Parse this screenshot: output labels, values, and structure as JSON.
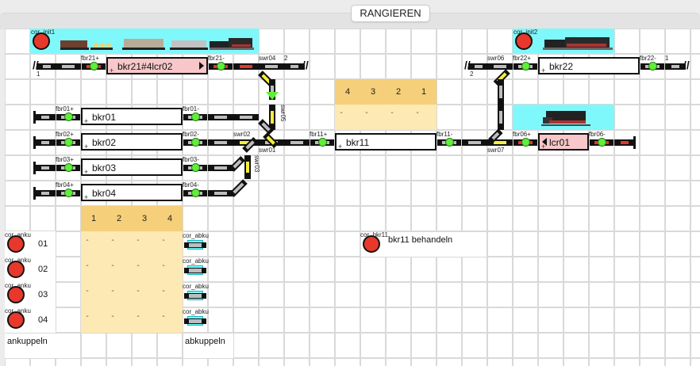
{
  "window": {
    "tab_label": "RANGIEREN"
  },
  "colors": {
    "occupied_block": "#f7c7c9",
    "signal_green": "#5fef3a",
    "signal_red": "#e2372a",
    "switch_active": "#f5ee3b",
    "loco_highlight": "#7ff8fb",
    "queue_header": "#f6cf7a",
    "queue_body": "#fde9b3"
  },
  "top_route": {
    "init1_label": "cor_init1",
    "init2_label": "cor_init2",
    "end_left_label": "1",
    "end_mid_left_label": "2",
    "end_mid_right_label": "2",
    "end_right_label": "1",
    "fbr21_plus": "fbr21+",
    "fbr21_minus": "fbr21-",
    "block_bkr21": "bkr21#4lcr02",
    "swr04": "swr04",
    "swr05": "swr05",
    "swr06": "swr06",
    "fbr22_plus": "fbr22+",
    "fbr22_minus": "fbr22-",
    "block_bkr22": "bkr22"
  },
  "yard": {
    "tracks": [
      {
        "fbr_plus": "fbr01+",
        "block": "bkr01",
        "fbr_minus": "fbr01-"
      },
      {
        "fbr_plus": "fbr02+",
        "block": "bkr02",
        "fbr_minus": "fbr02-"
      },
      {
        "fbr_plus": "fbr03+",
        "block": "bkr03",
        "fbr_minus": "fbr03-"
      },
      {
        "fbr_plus": "fbr04+",
        "block": "bkr04",
        "fbr_minus": "fbr04-"
      }
    ],
    "swr01": "swr01",
    "swr02": "swr02",
    "swr03": "swr03"
  },
  "main": {
    "fbr11_plus": "fbr11+",
    "fbr11_minus": "fbr11-",
    "block_bkr11": "bkr11",
    "swr07": "swr07",
    "fbr06_plus": "fbr06+",
    "fbr06_minus": "fbr06-",
    "block_lcr01": "lcr01"
  },
  "queue_bkr11": {
    "headers": [
      "4",
      "3",
      "2",
      "1"
    ],
    "values": [
      "-",
      "-",
      "-",
      "-"
    ]
  },
  "queue_yard": {
    "headers": [
      "1",
      "2",
      "3",
      "4"
    ],
    "rows": [
      [
        "-",
        "-",
        "-",
        "-"
      ],
      [
        "-",
        "-",
        "-",
        "-"
      ],
      [
        "-",
        "-",
        "-",
        "-"
      ],
      [
        "-",
        "-",
        "-",
        "-"
      ]
    ]
  },
  "couple_buttons": [
    {
      "label": "cor_anku",
      "value": "01",
      "uncouple_label": "cor_abku"
    },
    {
      "label": "cor_anku",
      "value": "02",
      "uncouple_label": "cor_abku"
    },
    {
      "label": "cor_anku",
      "value": "03",
      "uncouple_label": "cor_abku"
    },
    {
      "label": "cor_anku",
      "value": "04",
      "uncouple_label": "cor_abku"
    }
  ],
  "footer": {
    "ankuppeln": "ankuppeln",
    "abkuppeln": "abkuppeln"
  },
  "action": {
    "button_label": "cor_bkr11",
    "text": "bkr11 behandeln"
  }
}
